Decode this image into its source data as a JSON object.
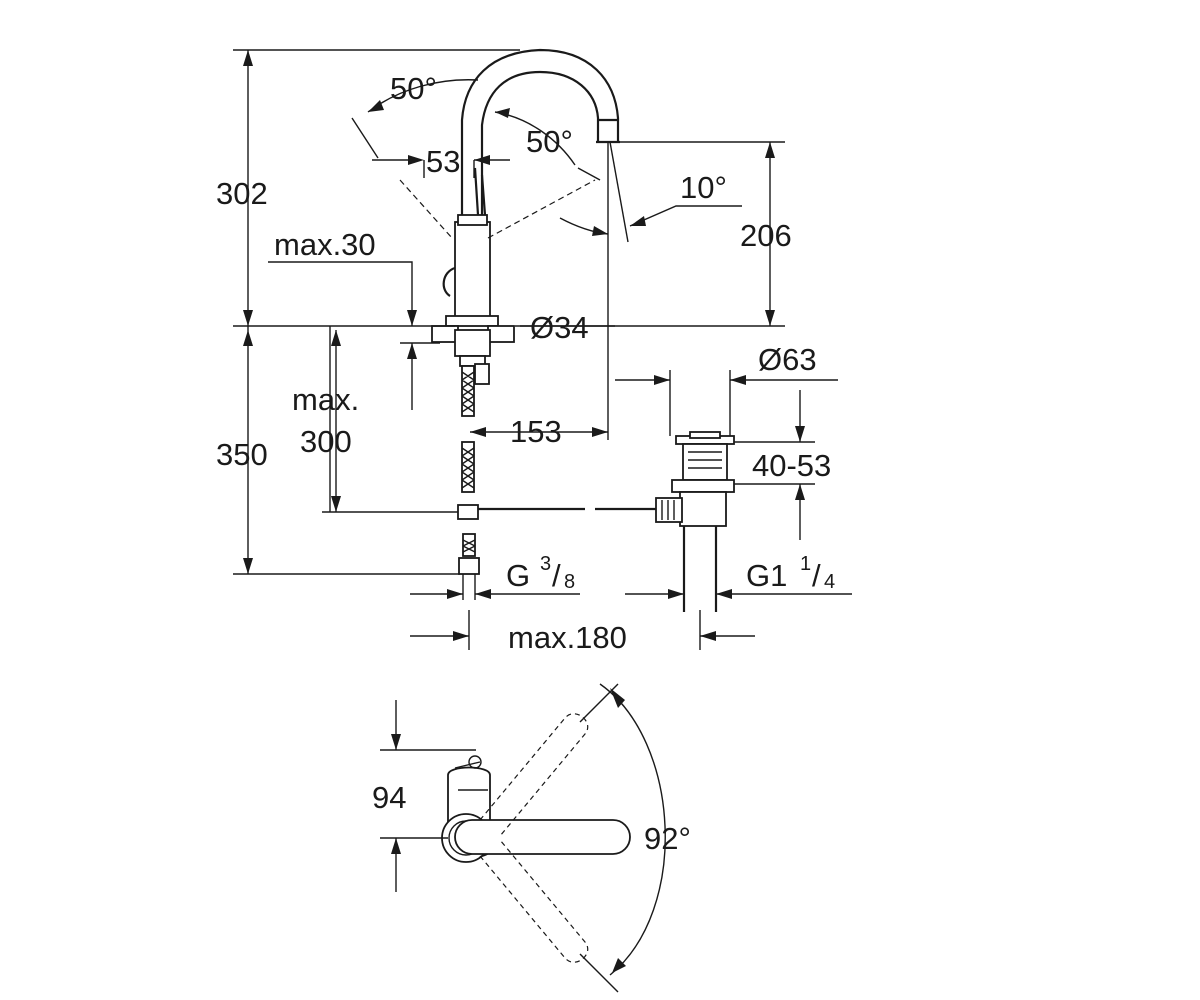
{
  "dimensions": {
    "height_total": "302",
    "height_spout": "206",
    "angle_lever_left": "50°",
    "angle_lever_right": "50°",
    "lever_offset": "53",
    "spout_tilt": "10°",
    "deck_thickness": "max.30",
    "base_diameter": "Ø34",
    "waste_diameter": "Ø63",
    "below_deck": "350",
    "hose_length_label_1": "max.",
    "hose_length_label_2": "300",
    "spout_reach": "153",
    "waste_range": "40-53",
    "supply_thread": "G",
    "supply_frac_num": "3",
    "supply_frac_den": "8",
    "waste_thread": "G1",
    "waste_frac_num": "1",
    "waste_frac_den": "4",
    "max_offset": "max.180",
    "top_view_depth": "94",
    "rotation_angle": "92°"
  }
}
